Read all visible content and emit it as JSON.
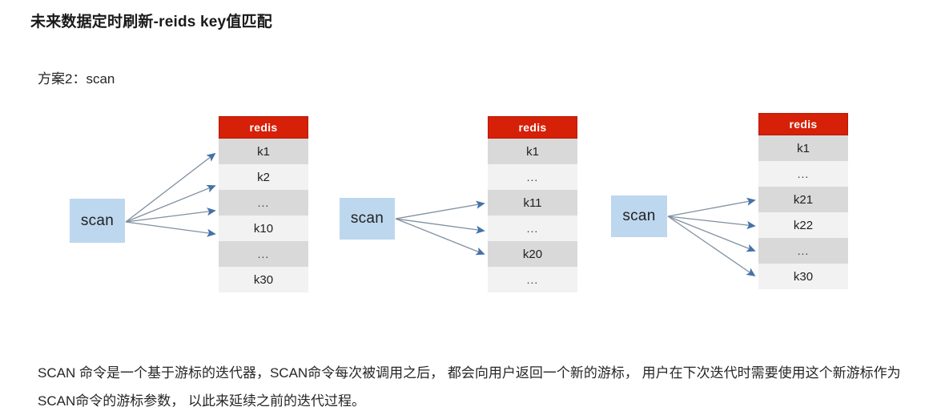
{
  "page": {
    "title": "未来数据定时刷新-reids key值匹配",
    "subtitle": "方案2：scan",
    "body_text": "SCAN 命令是一个基于游标的迭代器，SCAN命令每次被调用之后， 都会向用户返回一个新的游标， 用户在下次迭代时需要使用这个新游标作为SCAN命令的游标参数， 以此来延续之前的迭代过程。"
  },
  "colors": {
    "redis_header_bg": "#d62008",
    "scan_box_bg": "#bdd7ee",
    "row_shade_dark": "#d9d9d9",
    "row_shade_light": "#f2f2f2",
    "arrow_line": "#7f8fa0",
    "arrow_head": "#4472a8",
    "text": "#262626"
  },
  "diagram": {
    "groups": [
      {
        "scan_label": "scan",
        "table": {
          "header": "redis",
          "rows": [
            "k1",
            "k2",
            "...",
            "k10",
            "...",
            "k30"
          ]
        },
        "arrow_targets": [
          "k1",
          "k2",
          "...",
          "k10"
        ]
      },
      {
        "scan_label": "scan",
        "table": {
          "header": "redis",
          "rows": [
            "k1",
            "...",
            "k11",
            "...",
            "k20",
            "..."
          ]
        },
        "arrow_targets": [
          "k11",
          "...",
          "k20"
        ]
      },
      {
        "scan_label": "scan",
        "table": {
          "header": "redis",
          "rows": [
            "k1",
            "...",
            "k21",
            "k22",
            "...",
            "k30"
          ]
        },
        "arrow_targets": [
          "k21",
          "k22",
          "...",
          "k30"
        ]
      }
    ]
  }
}
